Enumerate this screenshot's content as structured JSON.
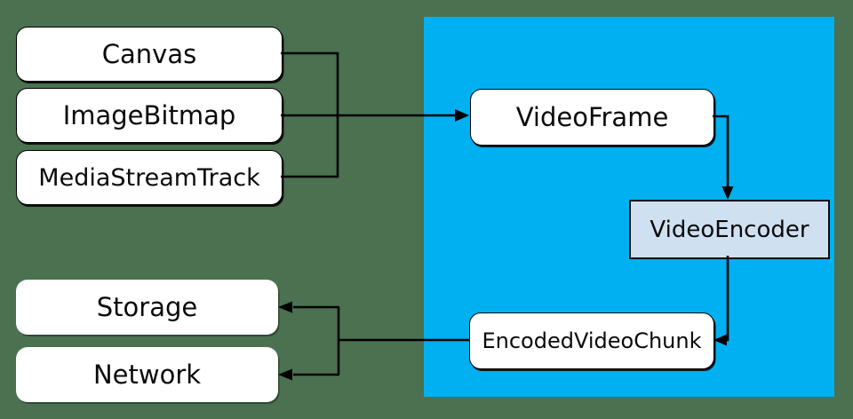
{
  "diagram": {
    "colors": {
      "background": "#4b7150",
      "highlight_region": "#00b0f0",
      "node_fill": "#ffffff",
      "encoder_fill": "#cfe0f1",
      "connector": "#000000"
    },
    "nodes": {
      "canvas": {
        "label": "Canvas"
      },
      "image_bitmap": {
        "label": "ImageBitmap"
      },
      "media_stream_track": {
        "label": "MediaStreamTrack"
      },
      "video_frame": {
        "label": "VideoFrame"
      },
      "video_encoder": {
        "label": "VideoEncoder"
      },
      "encoded_video_chunk": {
        "label": "EncodedVideoChunk"
      },
      "storage": {
        "label": "Storage"
      },
      "network": {
        "label": "Network"
      }
    },
    "edges": [
      {
        "from": "Canvas",
        "to": "VideoFrame"
      },
      {
        "from": "ImageBitmap",
        "to": "VideoFrame"
      },
      {
        "from": "MediaStreamTrack",
        "to": "VideoFrame"
      },
      {
        "from": "VideoFrame",
        "to": "VideoEncoder"
      },
      {
        "from": "VideoEncoder",
        "to": "EncodedVideoChunk"
      },
      {
        "from": "EncodedVideoChunk",
        "to": "Storage"
      },
      {
        "from": "EncodedVideoChunk",
        "to": "Network"
      }
    ]
  }
}
